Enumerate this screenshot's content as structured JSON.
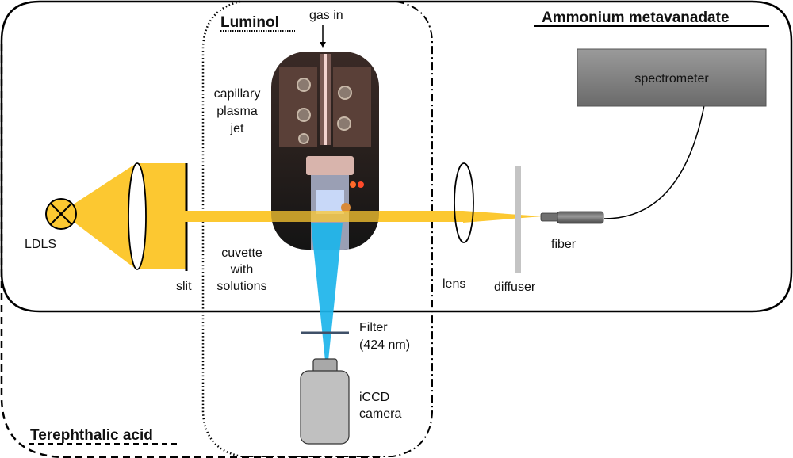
{
  "diagram": {
    "regions": {
      "ammonium": {
        "title": "Ammonium metavanadate",
        "border": "solid"
      },
      "luminol": {
        "title": "Luminol",
        "border": "dotted"
      },
      "terephthalic": {
        "title": "Terephthalic acid",
        "border": "dashed"
      }
    },
    "labels": {
      "gas_in": "gas in",
      "capillary": [
        "capillary",
        "plasma",
        "jet"
      ],
      "cuvette": [
        "cuvette",
        "with",
        "solutions"
      ],
      "ldls": "LDLS",
      "slit": "slit",
      "lens": "lens",
      "diffuser": "diffuser",
      "fiber": "fiber",
      "spectrometer": "spectrometer",
      "filter": [
        "Filter",
        "(424 nm)"
      ],
      "camera": [
        "iCCD",
        "camera"
      ]
    },
    "colors": {
      "beam": "#fcc831",
      "emission": "#1cb4ea",
      "spectrometer": "#777777",
      "camera": "#c0c0c0",
      "filter": "#3f5068",
      "diffuser": "#c4c4c4"
    }
  }
}
